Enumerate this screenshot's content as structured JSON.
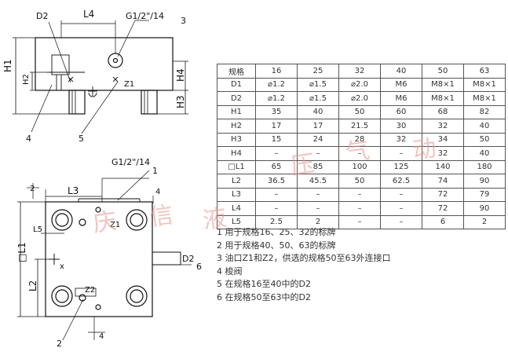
{
  "top_view": {
    "labels": {
      "d2": "D2",
      "l4": "L4",
      "port": "G1/2\"/14",
      "callout_3": "3",
      "h1": "H1",
      "h2": "H2",
      "h4": "H4",
      "h3": "H3",
      "z1": "Z1",
      "callout_4": "4",
      "callout_5": "5"
    }
  },
  "plan_view": {
    "labels": {
      "port": "G1/2\"/14",
      "callout_1": "1",
      "dim_2": "2",
      "l3": "L3",
      "dim_4a": "4",
      "l5": "L5",
      "l1": "□L1",
      "x": "x",
      "l2": "L2",
      "z1": "Z1",
      "z2": "Z2",
      "d2": "D2",
      "callout_6": "6",
      "callout_2": "2",
      "dim_4b": "4"
    }
  },
  "spec_table": {
    "header": [
      "规格",
      "16",
      "25",
      "32",
      "40",
      "50",
      "63"
    ],
    "rows": [
      [
        "D1",
        "⌀1.2",
        "⌀1.5",
        "⌀2.0",
        "M6",
        "M8×1",
        "M8×1"
      ],
      [
        "D2",
        "⌀1.2",
        "⌀1.5",
        "⌀2.0",
        "M6",
        "M8×1",
        "M8×1"
      ],
      [
        "H1",
        "35",
        "40",
        "50",
        "60",
        "68",
        "82"
      ],
      [
        "H2",
        "17",
        "17",
        "21.5",
        "30",
        "32",
        "40"
      ],
      [
        "H3",
        "15",
        "24",
        "28",
        "32",
        "34",
        "50"
      ],
      [
        "H4",
        "–",
        "–",
        "–",
        "–",
        "32",
        "40"
      ],
      [
        "□L1",
        "65",
        "85",
        "100",
        "125",
        "140",
        "180"
      ],
      [
        "L2",
        "36.5",
        "45.5",
        "50",
        "62.5",
        "74",
        "90"
      ],
      [
        "L3",
        "–",
        "–",
        "–",
        "–",
        "72",
        "79"
      ],
      [
        "L4",
        "–",
        "–",
        "–",
        "–",
        "72",
        "90"
      ],
      [
        "L5",
        "2.5",
        "2",
        "–",
        "–",
        "6",
        "2"
      ]
    ]
  },
  "notes": [
    "1 用于规格16、25、32的标牌",
    "2 用于规格40、50、63的标牌",
    "3 油口Z1和Z2，供选的规格50至63外连接口",
    "4 梭阀",
    "5 在规格16至40中的D2",
    "6 在规格50至63中的D2"
  ],
  "watermark": [
    "庆",
    "信",
    "液",
    "压",
    "气",
    "动"
  ]
}
